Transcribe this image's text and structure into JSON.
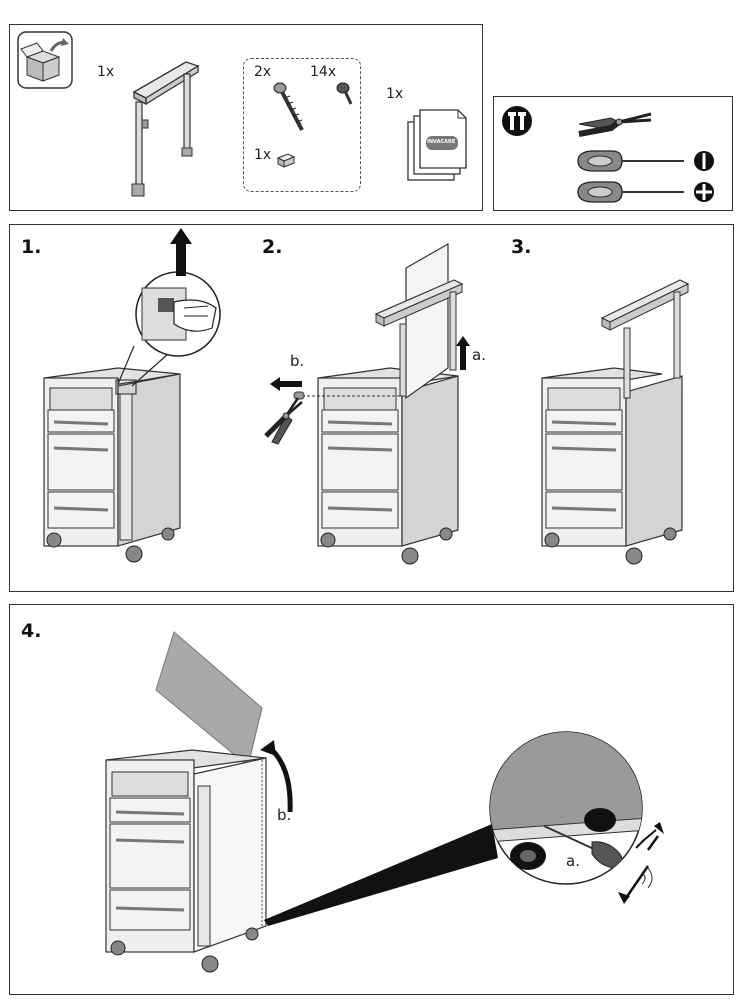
{
  "parts": {
    "frame_qty": "1x",
    "screw_long_qty": "2x",
    "screw_short_qty": "14x",
    "block_qty": "1x",
    "manual_qty": "1x",
    "manual_logo": "INVACARE"
  },
  "tools": {
    "items": [
      "pliers-icon",
      "flat-screwdriver-icon",
      "phillips-screwdriver-icon"
    ]
  },
  "steps": [
    {
      "number": "1."
    },
    {
      "number": "2.",
      "label_a": "a.",
      "label_b": "b."
    },
    {
      "number": "3."
    },
    {
      "number": "4.",
      "label_a": "a.",
      "label_b": "b."
    }
  ],
  "colors": {
    "stroke": "#333333",
    "cabinet_light": "#efefef",
    "cabinet_mid": "#d9d9d9",
    "cabinet_dark": "#bdbdbd",
    "panel_grey": "#a9a9a9"
  }
}
